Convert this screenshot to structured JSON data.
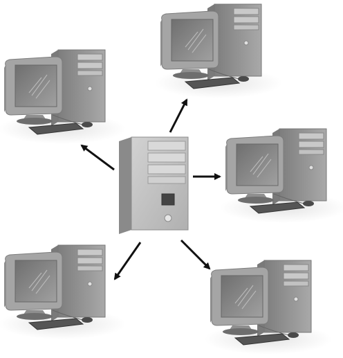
{
  "diagram": {
    "type": "client-server-network",
    "server": {
      "icon": "server-tower-icon"
    },
    "clients": [
      {
        "id": "top-left",
        "icon": "desktop-computer-icon"
      },
      {
        "id": "top-right",
        "icon": "desktop-computer-icon"
      },
      {
        "id": "right",
        "icon": "desktop-computer-icon"
      },
      {
        "id": "bottom-left",
        "icon": "desktop-computer-icon"
      },
      {
        "id": "bottom-right",
        "icon": "desktop-computer-icon"
      }
    ],
    "connections": [
      {
        "from": "server",
        "to": "top-left",
        "direction": "outward"
      },
      {
        "from": "server",
        "to": "top-right",
        "direction": "outward"
      },
      {
        "from": "server",
        "to": "right",
        "direction": "outward"
      },
      {
        "from": "server",
        "to": "bottom-left",
        "direction": "outward"
      },
      {
        "from": "server",
        "to": "bottom-right",
        "direction": "outward"
      }
    ],
    "colors": {
      "case": "#9a9a9a",
      "case_front": "#c8c8c8",
      "monitor": "#a8a8a8",
      "screen": "#8a8a8a",
      "shadow": "#e6e6e6",
      "arrow": "#111111"
    }
  }
}
